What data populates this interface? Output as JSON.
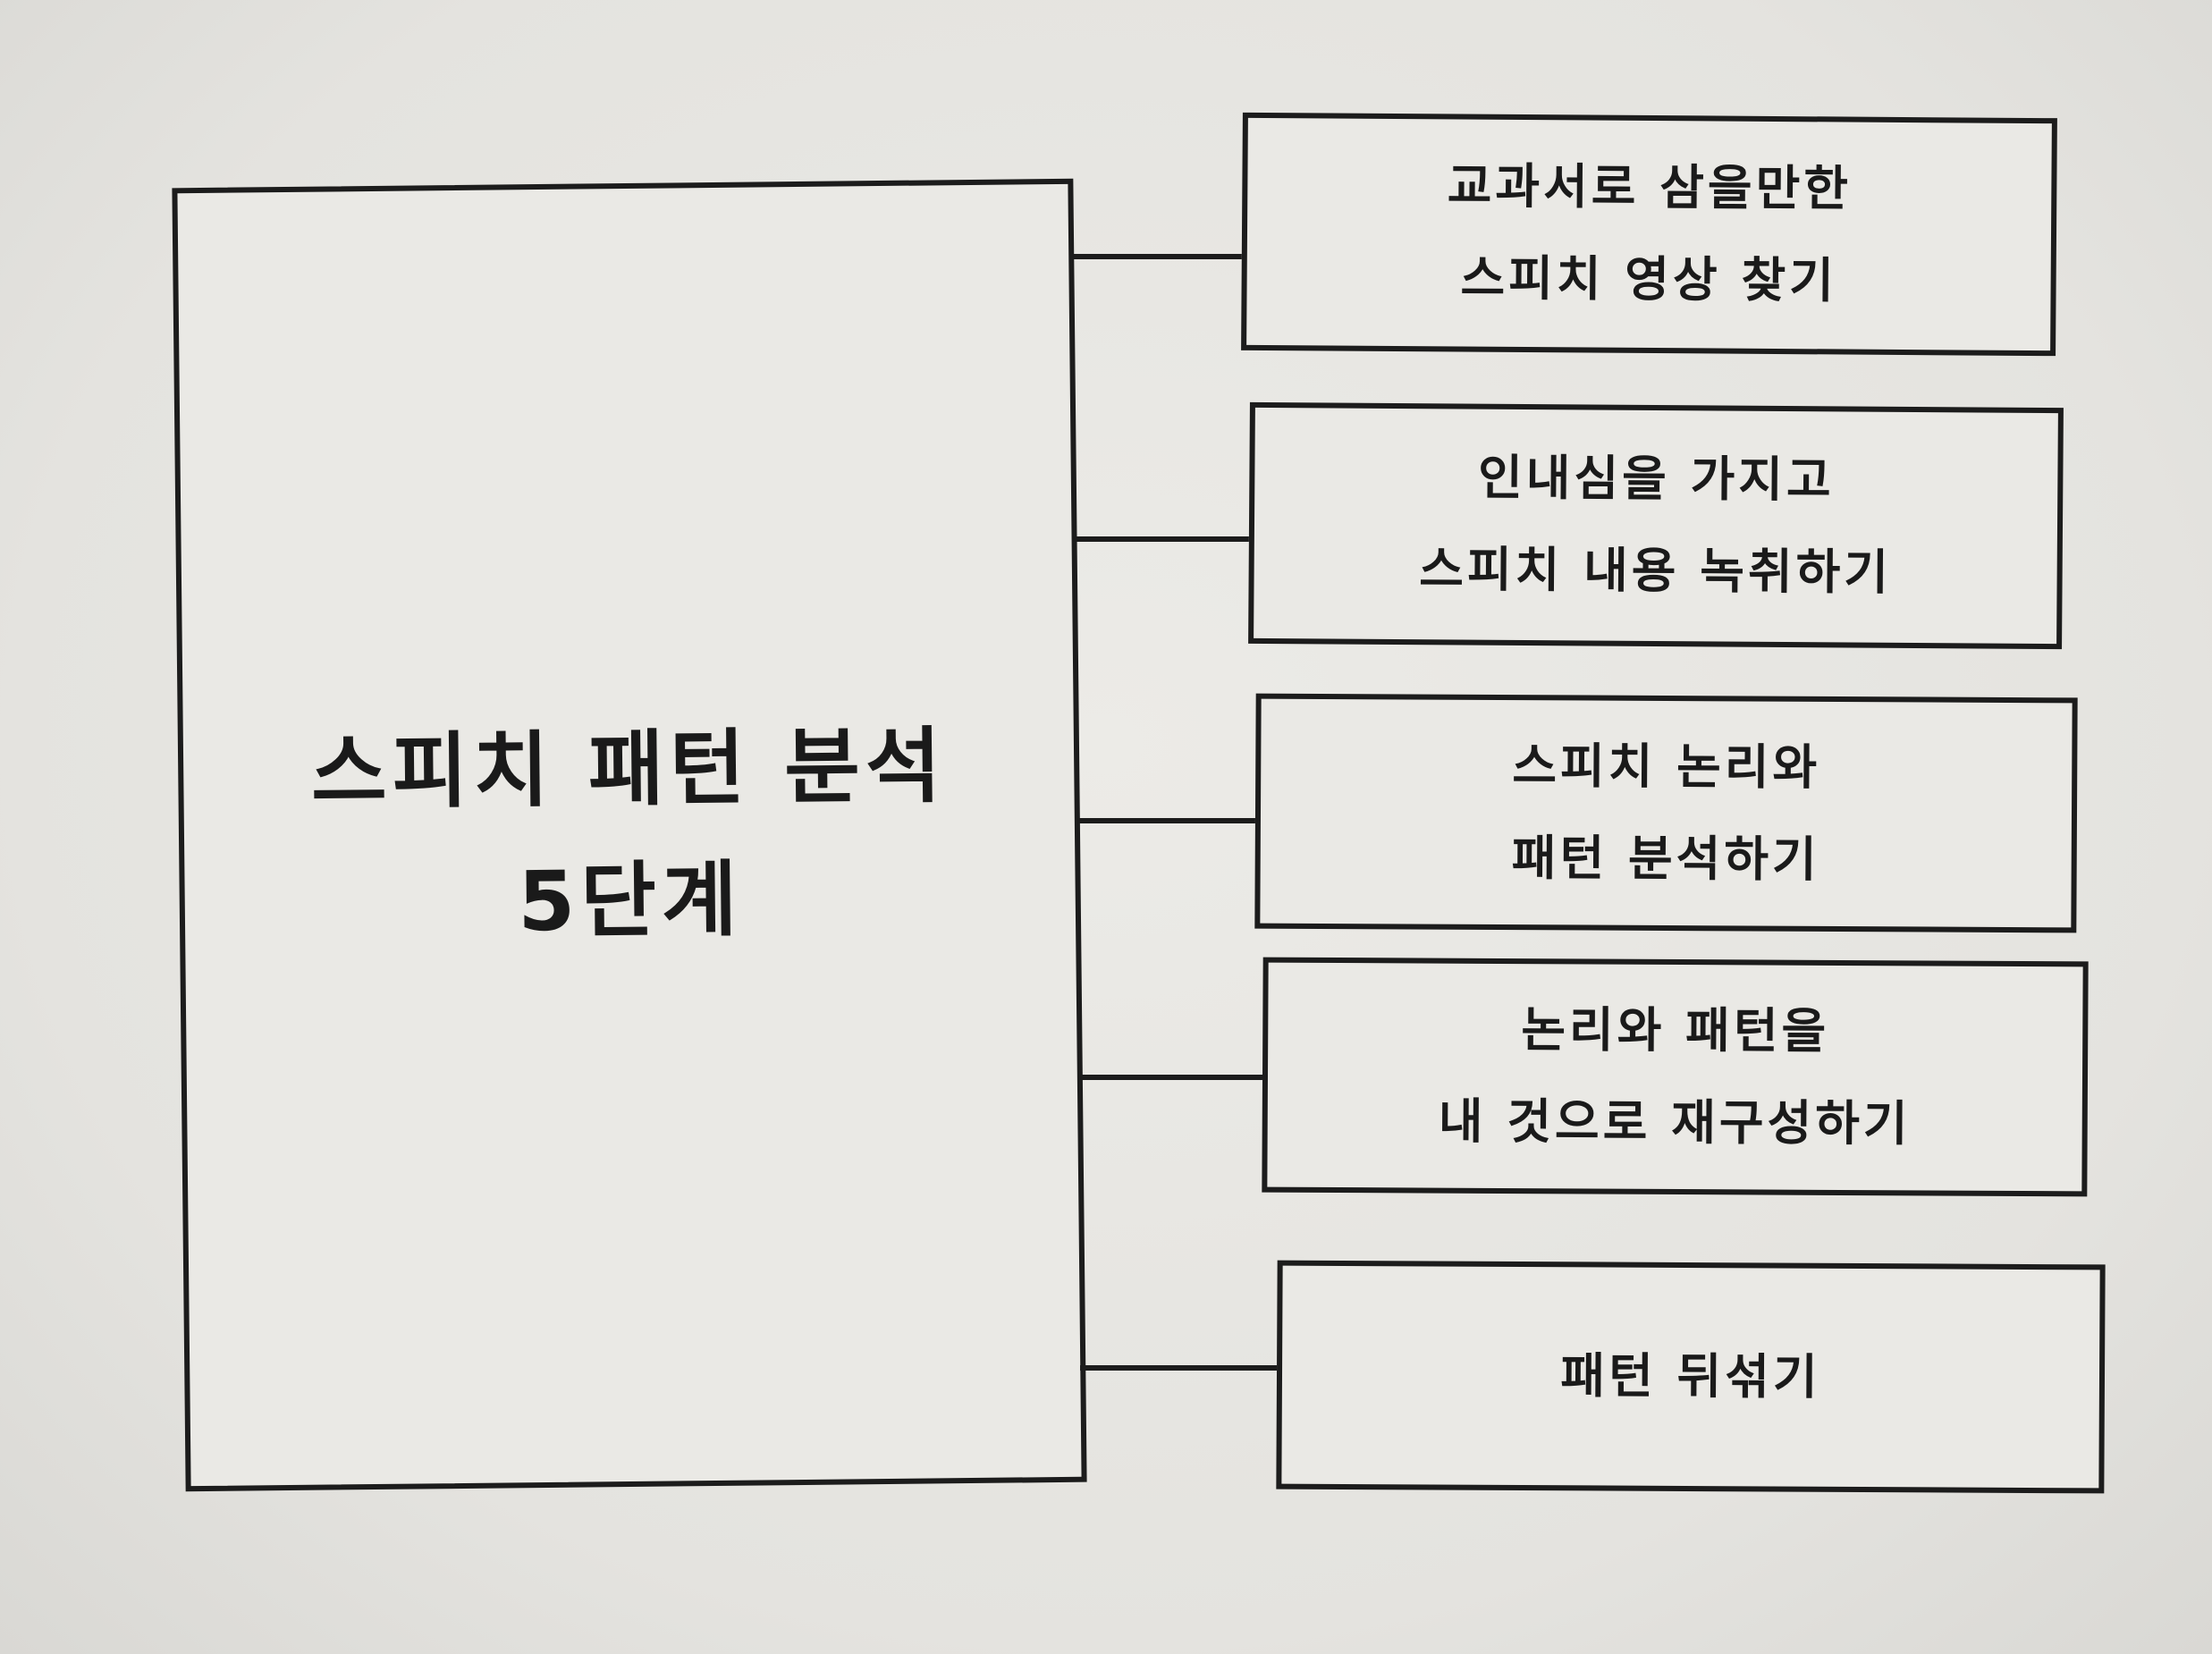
{
  "main": {
    "title_line1": "스피치 패턴 분석",
    "title_line2": "5단계"
  },
  "steps": [
    {
      "line1": "교과서로 삼을만한",
      "line2": "스피치 영상 찾기"
    },
    {
      "line1": "인내심을 가지고",
      "line2": "스피치 내용 녹취하기"
    },
    {
      "line1": "스피치 논리와",
      "line2": "패턴 분석하기"
    },
    {
      "line1": "논리와 패턴을",
      "line2": "내 것으로 재구성하기"
    },
    {
      "line1": "패턴 뒤섞기"
    }
  ]
}
